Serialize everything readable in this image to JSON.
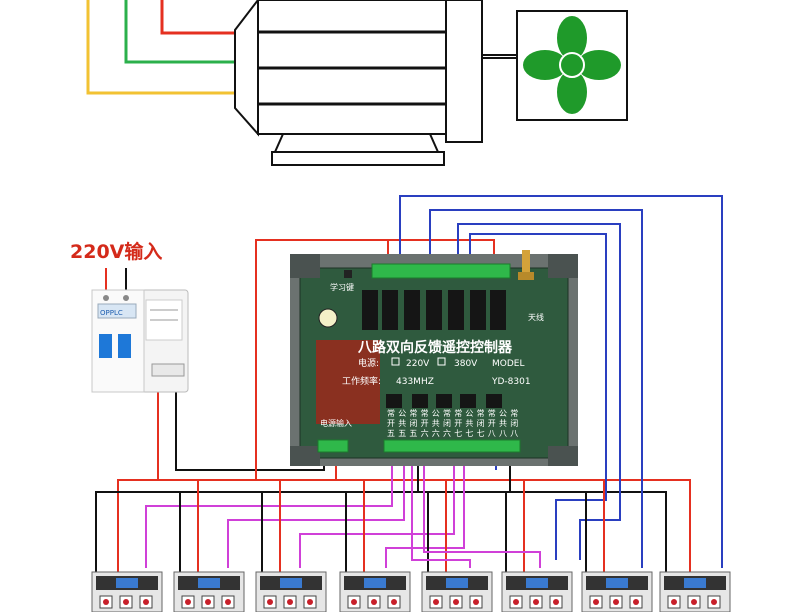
{
  "input_label": "220V输入",
  "board": {
    "title": "八路双向反馈遥控控制器",
    "power_label": "电源:",
    "voltage_220": "220V",
    "voltage_380": "380V",
    "model_label": "MODEL",
    "freq_label": "工作频率:",
    "freq_value": "433MHZ",
    "model_value": "YD-8301",
    "learn_key": "学习键",
    "antenna": "天线",
    "power_input": "电源输入",
    "terminal_labels": [
      "常开五",
      "公共五",
      "常闭五",
      "常开六",
      "公共六",
      "常闭六",
      "常开七",
      "公共七",
      "常闭七",
      "常开八",
      "公共八",
      "常闭八"
    ]
  },
  "breaker": {
    "brand": "OPPLC"
  },
  "colors": {
    "red": "#e53020",
    "blue": "#2a3fc0",
    "black": "#111111",
    "magenta": "#d040d8",
    "green": "#2bb04b",
    "yellow": "#f2c232",
    "fan_green": "#1f9a2a",
    "board_green": "#2f5a3e"
  },
  "icons": [
    "fan-icon",
    "motor-icon",
    "breaker-icon",
    "contactor-icon",
    "antenna-icon"
  ]
}
